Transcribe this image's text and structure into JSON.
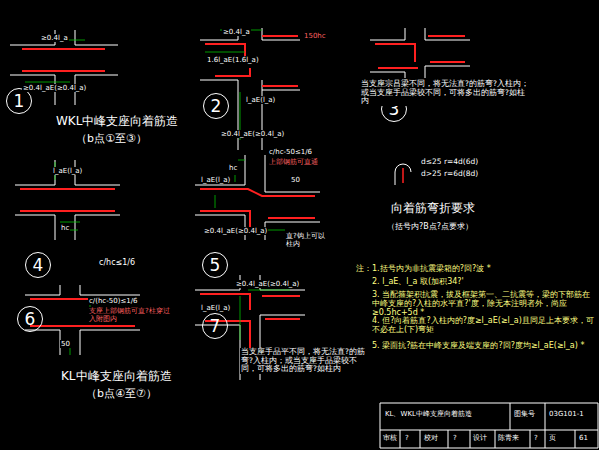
{
  "diagram": {
    "nodes": [
      {
        "text": [
          "1"
        ]
      },
      {
        "text": [
          "2"
        ]
      },
      {
        "text": [
          "3"
        ]
      },
      {
        "text": [
          "4"
        ]
      },
      {
        "text": [
          "5"
        ]
      },
      {
        "text": [
          "6"
        ]
      },
      {
        "text": [
          "7"
        ]
      }
    ],
    "labels": [
      "≥0.4l_a",
      "≥0.4l_aE(≥0.4l_a)",
      "WKL中峰支座向着筋造",
      "（b点①至③）",
      "≥0.4l_a",
      "150hc",
      "1.6l_aE(1.6l_a)",
      "l_aE(l_a)",
      "≥0.4l_aE(≥0.4l_a)",
      "当支座宗吕梁不同，将无法直?的筋弯?入柱内；或当支座手品梁较不同，可将多出的筋弯?如柱内",
      "l_aE(l_a)",
      "hc",
      "c/hc≤1/6",
      "c/hc-50≤1/6",
      "上部钢筋可直通",
      "50",
      "hc",
      "l_aE(l_a)",
      "≥0.4l_aE(≥0.4l_a)",
      "直?钩上可以柱内",
      "d≤25  r=4d(6d)",
      "d>25  r=6d(8d)",
      "向着筋弯折要求",
      "（括号内?B点?点要求）",
      "注：1.括号内为非抗震梁箱的?回?波 *",
      "2. l_aE、l_a 取(加积34?' ",
      "3. 当配箍架积抗震，拔及框架第一、二抗震等，梁的下部筋在中峰支座的?入柱的水平直?'度，除无本注明者外，尚应≥0.5hc+5d *",
      "4. 但?向着筋直?入柱内的?度≥l_aE(≥l_a)且同足上本要求，可不必在上(下)弯矩",
      "5. 梁面抗?筋在中峰支座及端支座的?回?度均≥l_aE(≥l_a) *",
      "c/(hc-50)≤1/6",
      "支座上部钢筋可直?柱穿过入附图内",
      "50",
      "KL中峰支座向着筋造",
      "（b点④至⑦）",
      "≥0.4l_aE(≥0.4l_a)",
      "l_aE(l_a)",
      "当支座手品平不同，将无法直?的筋弯?入柱内；或当支座手品梁较不同，可将多出的筋弯?如柱内",
      "KL、WKL中峰支座向着筋造",
      "图集号",
      "03G101-1",
      "审核",
      "?",
      "校对",
      "?",
      "设计",
      "陈青来",
      "?",
      "页",
      "61"
    ]
  }
}
